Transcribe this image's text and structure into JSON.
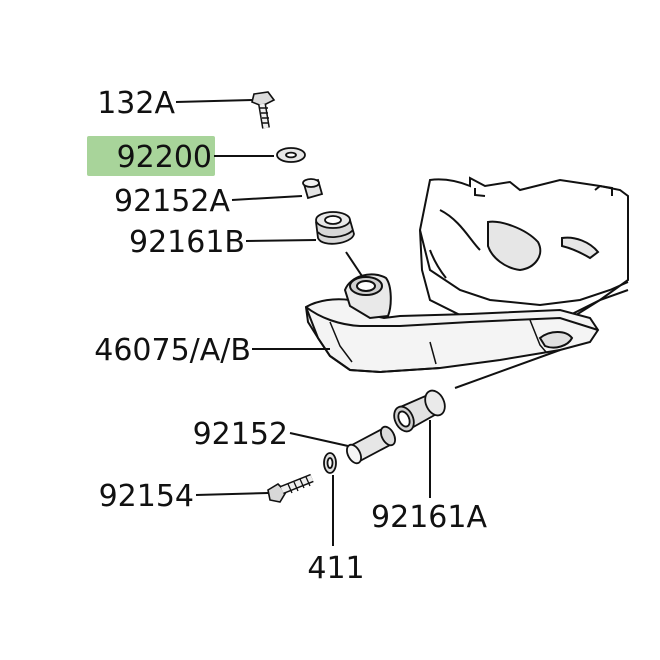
{
  "diagram": {
    "highlight_color": "#a8d49a",
    "labels": {
      "l132A": "132A",
      "l92200": "92200",
      "l92152A": "92152A",
      "l92161B": "92161B",
      "l46075": "46075/A/B",
      "l92152": "92152",
      "l92154": "92154",
      "l92161A": "92161A",
      "l411": "411"
    }
  }
}
